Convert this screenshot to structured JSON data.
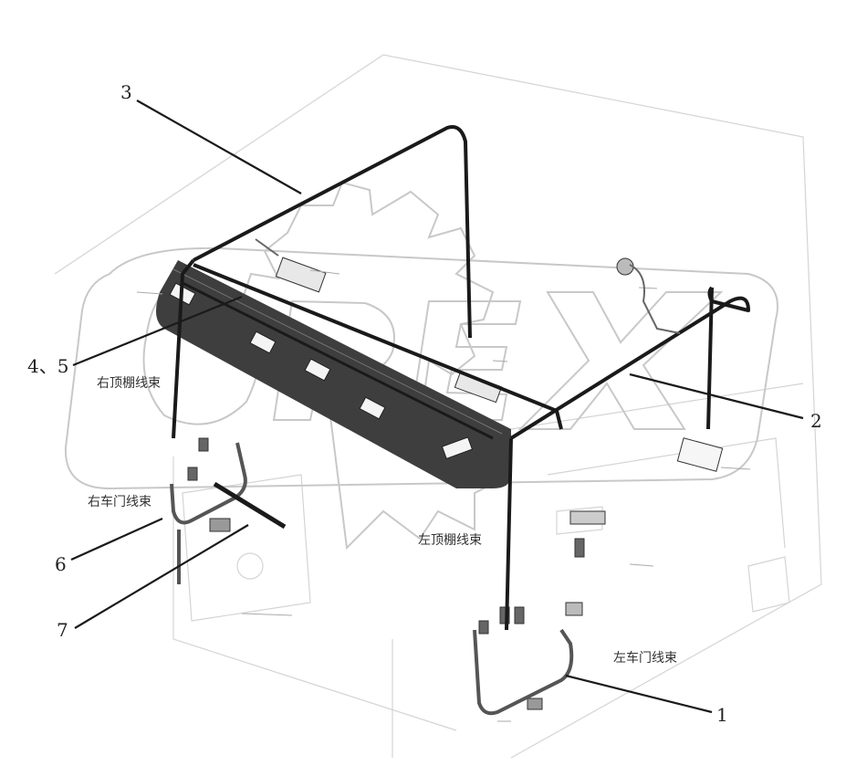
{
  "callouts": {
    "c1": "1",
    "c2": "2",
    "c3": "3",
    "c45": "4、5",
    "c6": "6",
    "c7": "7"
  },
  "harness_labels": {
    "right_roof": "右顶棚线束",
    "left_roof": "左顶棚线束",
    "right_door": "右车门线束",
    "left_door": "左车门线束"
  },
  "watermark": "OPEX",
  "colors": {
    "harness": "#1a1a1a",
    "roof_panel": "#3c3c3c",
    "outline": "#bdbdbd",
    "watermark_stroke": "#c8c8c8"
  }
}
